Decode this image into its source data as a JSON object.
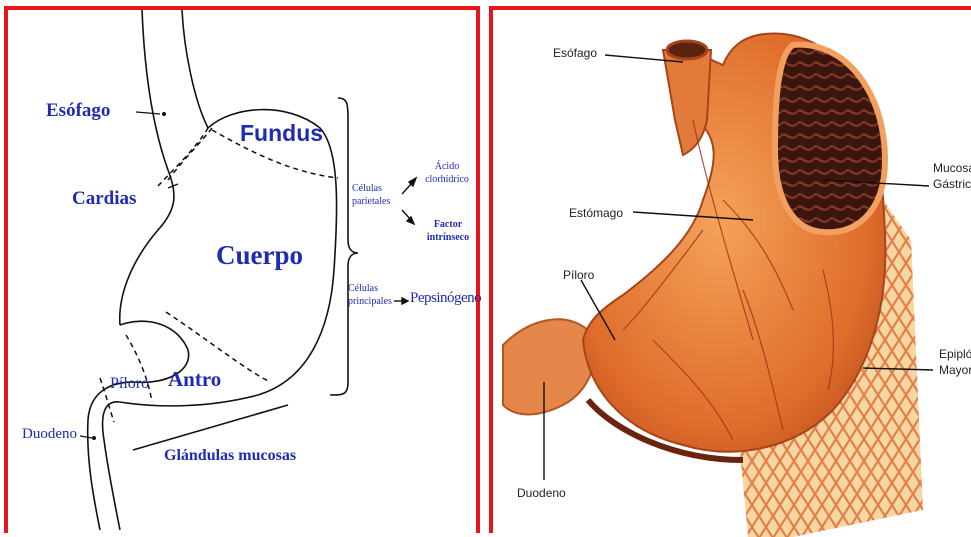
{
  "colors": {
    "frame": "#e8141c",
    "label_blue": "#1f2bb0",
    "stomach": "#e57a32",
    "mucosa": "#4a1f14",
    "omentum": "#f2c78a"
  },
  "left_panel": {
    "labels": {
      "esofago": "Esófago",
      "fundus": "Fundus",
      "cardias": "Cardias",
      "cuerpo": "Cuerpo",
      "piloro": "Píloro",
      "antro": "Antro",
      "duodeno": "Duodeno",
      "glandulas": "Glándulas mucosas",
      "celulas_parietales": "Células parietales",
      "acido": "Ácido clorhídrico",
      "factor": "Factor intrínseco",
      "celulas_principales": "Células principales",
      "pepsinogeno": "Pepsinógeno"
    }
  },
  "right_panel": {
    "labels": {
      "esofago": "Esófago",
      "estomago": "Estómago",
      "piloro": "Píloro",
      "duodeno": "Duodeno",
      "mucosa": "Mucosa Gástrica",
      "epiplon": "Epiplón Mayor"
    }
  }
}
